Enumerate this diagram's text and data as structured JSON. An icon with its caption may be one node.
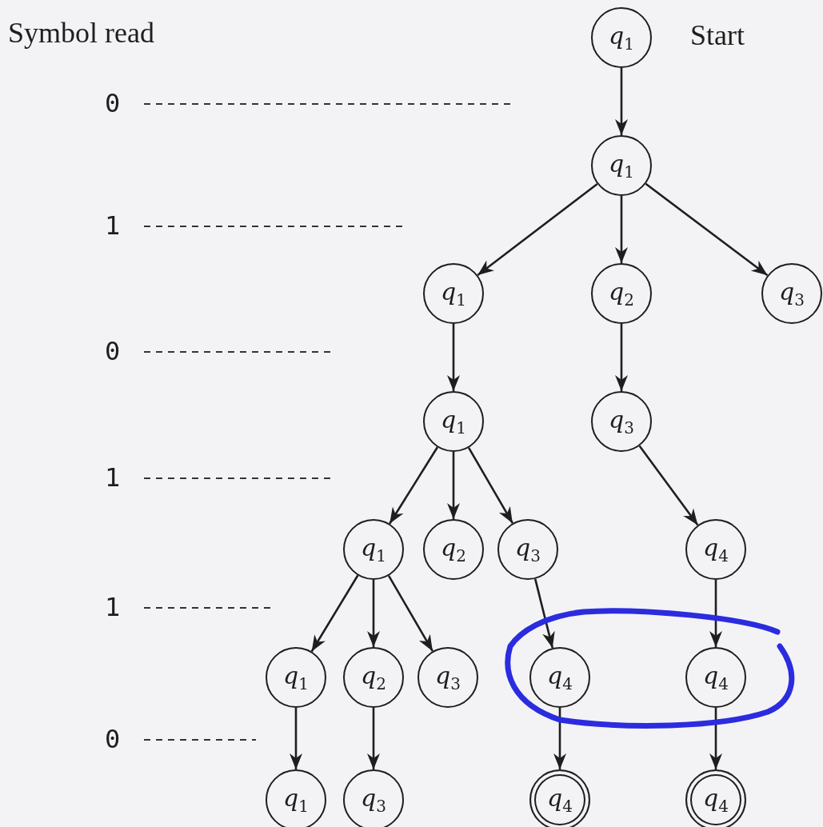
{
  "diagram": {
    "nodes": [
      {
        "text": [
          "q$_{1}$"
        ],
        "beside": [
          "Start"
        ]
      },
      {
        "text": [
          "q$_{1}$"
        ]
      },
      {
        "text": [
          "q$_{1}$"
        ]
      },
      {
        "text": [
          "q$_{2}$"
        ]
      },
      {
        "text": [
          "q$_{3}$"
        ]
      },
      {
        "text": [
          "q$_{1}$"
        ]
      },
      {
        "text": [
          "q$_{3}$"
        ]
      },
      {
        "text": [
          "q$_{1}$"
        ]
      },
      {
        "text": [
          "q$_{2}$"
        ]
      },
      {
        "text": [
          "q$_{3}$"
        ]
      },
      {
        "text": [
          "q$_{4}$"
        ]
      },
      {
        "text": [
          "q$_{1}$"
        ]
      },
      {
        "text": [
          "q$_{2}$"
        ]
      },
      {
        "text": [
          "q$_{3}$"
        ]
      },
      {
        "text": [
          "q$_{4}$"
        ]
      },
      {
        "text": [
          "q$_{4}$"
        ]
      },
      {
        "text": [
          "q$_{1}$"
        ]
      },
      {
        "text": [
          "q$_{3}$"
        ]
      },
      {
        "text": [
          "q$_{4}$"
        ]
      },
      {
        "text": [
          "q$_{4}$"
        ]
      }
    ],
    "edges": [
      {
        "from": 0,
        "to": 1,
        "arrow": "to"
      },
      {
        "from": 1,
        "to": 2,
        "arrow": "to"
      },
      {
        "from": 1,
        "to": 3,
        "arrow": "to"
      },
      {
        "from": 1,
        "to": 4,
        "arrow": "to"
      },
      {
        "from": 2,
        "to": 5,
        "arrow": "to"
      },
      {
        "from": 3,
        "to": 6,
        "arrow": "to"
      },
      {
        "from": 5,
        "to": 7,
        "arrow": "to"
      },
      {
        "from": 5,
        "to": 8,
        "arrow": "to"
      },
      {
        "from": 5,
        "to": 9,
        "arrow": "to"
      },
      {
        "from": 6,
        "to": 10,
        "arrow": "to"
      },
      {
        "from": 7,
        "to": 11,
        "arrow": "to"
      },
      {
        "from": 7,
        "to": 12,
        "arrow": "to"
      },
      {
        "from": 7,
        "to": 13,
        "arrow": "to"
      },
      {
        "from": 9,
        "to": 14,
        "arrow": "to"
      },
      {
        "from": 10,
        "to": 15,
        "arrow": "to"
      },
      {
        "from": 11,
        "to": 16,
        "arrow": "to"
      },
      {
        "from": 12,
        "to": 17,
        "arrow": "to"
      },
      {
        "from": 14,
        "to": 18,
        "arrow": "to"
      },
      {
        "from": 15,
        "to": 19,
        "arrow": "to"
      }
    ],
    "labels": [
      "Symbol read",
      "0",
      "1",
      "0",
      "1",
      "1",
      "0"
    ]
  }
}
